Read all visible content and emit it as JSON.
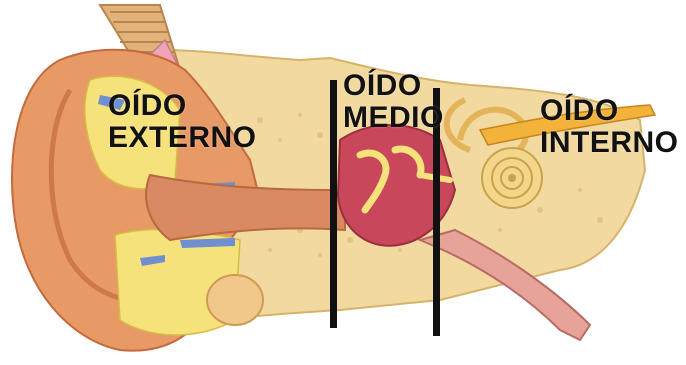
{
  "regions": {
    "outer": {
      "line1": "OÍDO",
      "line2": "EXTERNO"
    },
    "middle": {
      "line1": "OÍDO",
      "line2": "MEDIO"
    },
    "inner": {
      "line1": "OÍDO",
      "line2": "INTERNO"
    }
  },
  "colors": {
    "skin": "#e89a66",
    "skin_shadow": "#c46a3c",
    "bone": "#f1d9a0",
    "bone_dark": "#d7b36a",
    "cartilage_yellow": "#f6e27a",
    "canal": "#d98a63",
    "middle_red": "#c8475a",
    "vessel_blue": "#6f8fd1",
    "nerve_orange": "#f3b23a",
    "divider": "#111111"
  }
}
